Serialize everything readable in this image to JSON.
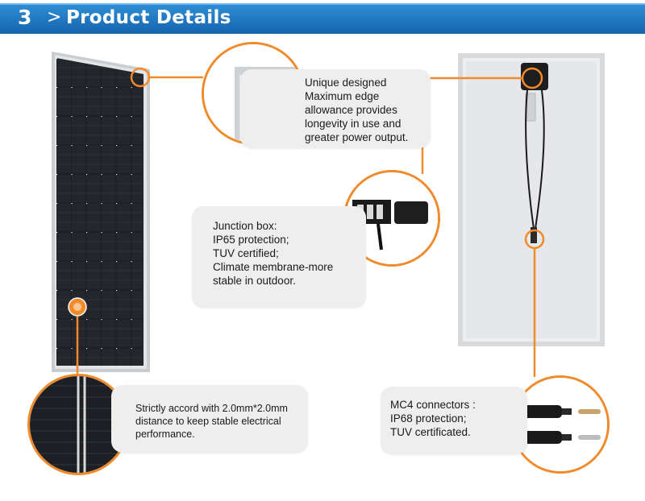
{
  "header": {
    "step_number": "3",
    "arrow": ">",
    "title": "Product Details"
  },
  "callouts": {
    "edge": {
      "lines": [
        "Unique designed",
        "Maximum edge",
        "allowance provides",
        "longevity in use and",
        "greater power output."
      ]
    },
    "junction_box": {
      "lines": [
        "Junction box:",
        "IP65 protection;",
        "TUV certified;",
        "Climate membrane-more",
        "stable in outdoor."
      ]
    },
    "cell_spacing": {
      "lines": [
        "Strictly accord with 2.0mm*2.0mm",
        "distance to keep stable electrical",
        "performance."
      ]
    },
    "mc4": {
      "lines": [
        "MC4 connectors :",
        "IP68 protection;",
        "TUV certificated."
      ]
    }
  },
  "colors": {
    "header_blue": "#1a74c2",
    "callout_orange": "#f08a2b",
    "bubble_gray": "#eeeeee",
    "cell_dark": "#1c1d22",
    "frame_silver": "#c9ccd0"
  },
  "icons": {
    "header_arrow": "chevron-right-icon"
  }
}
